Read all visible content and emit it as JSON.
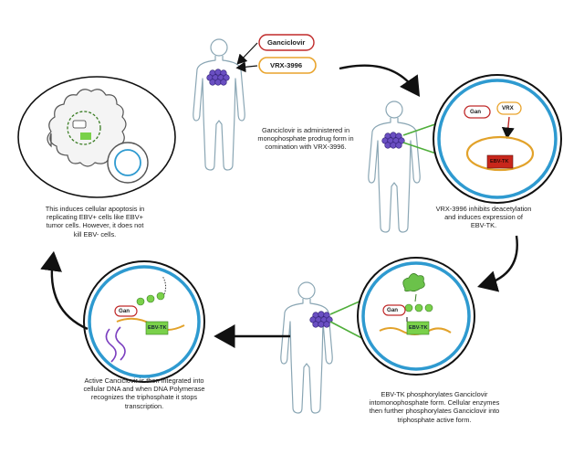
{
  "labels": {
    "ganciclovir": "Ganciclovir",
    "vrx3996": "VRX-3996",
    "gan": "Gan",
    "vrx": "VRX",
    "ebv_tk": "EBV-TK"
  },
  "captions": {
    "step1": "Ganciclovir is administered in\nmonophosphate prodrug form in\ncomination with VRX-3996.",
    "step2": "VRX-3996 inhibits deacetylation\nand induces expression of\nEBV-TK.",
    "step3": "EBV-TK phosphorylates Ganciclovir\nintomonophosphate form. Cellular enzymes\nthen further phosphorylates Ganciclovir into\ntriphosphate active form.",
    "step4": "Active Canciclovir is then integrated into\ncellular DNA and when DNA Polymerase\nrecognizes the triphosphate it stops\ntranscription.",
    "step5": "This induces cellular apoptosis in\nreplicating EBV+ cells like EBV+\ntumor cells. However, it does not\nkill EBV- cells."
  },
  "colors": {
    "body_outline": "#8aa6b4",
    "tumor": "#6a4fc2",
    "cell_ring": "#2e9ad0",
    "membrane": "#e2a22a",
    "ebv_tk": "#7ad14a",
    "ebv_tk_dark_box": "#c8261b",
    "vrx_border": "#e9a42c",
    "gan_border": "#c02a2a",
    "arrow": "#111111"
  }
}
